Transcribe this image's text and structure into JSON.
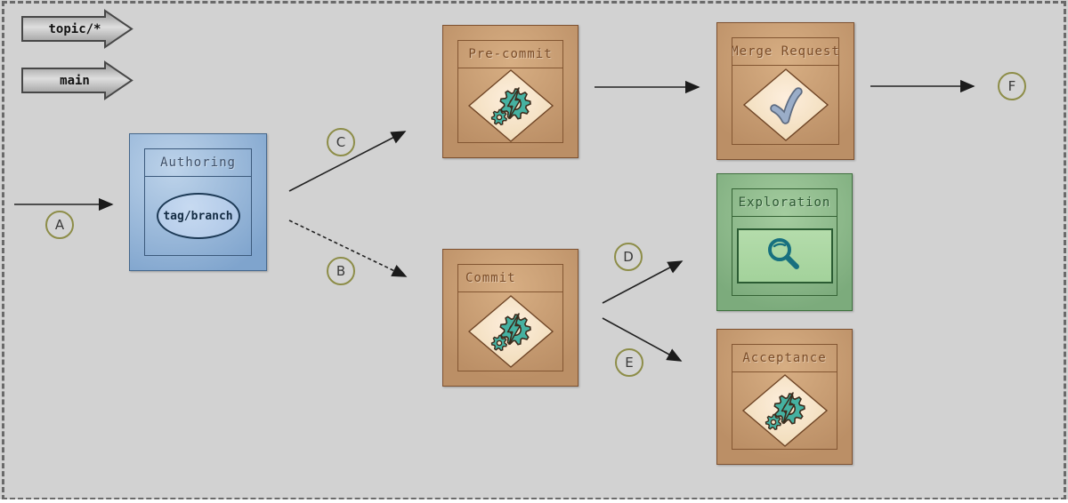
{
  "diagram": {
    "branches": [
      {
        "label": "topic/*"
      },
      {
        "label": "main"
      }
    ],
    "nodes": {
      "authoring": {
        "title": "Authoring",
        "tag": "tag/branch"
      },
      "pre_commit": {
        "title": "Pre-commit"
      },
      "merge_request": {
        "title": "Merge Request"
      },
      "commit": {
        "title": "Commit"
      },
      "exploration": {
        "title": "Exploration"
      },
      "acceptance": {
        "title": "Acceptance"
      }
    },
    "connectors": {
      "a": "A",
      "b": "B",
      "c": "C",
      "d": "D",
      "e": "E",
      "f": "F"
    },
    "colors": {
      "canvas_bg": "#d2d2d2",
      "frame_dash": "#6a6a6a",
      "tan_node": "#c49a6f",
      "tan_border": "#7e5130",
      "blue_node": "#8fb0d5",
      "blue_border": "#46688c",
      "green_node": "#8cb98c",
      "green_border": "#40703f",
      "icon_teal": "#45b1a1",
      "check_blue": "#9aadc8",
      "badge_border": "#8d8d48",
      "arrow_line": "#222222"
    }
  }
}
